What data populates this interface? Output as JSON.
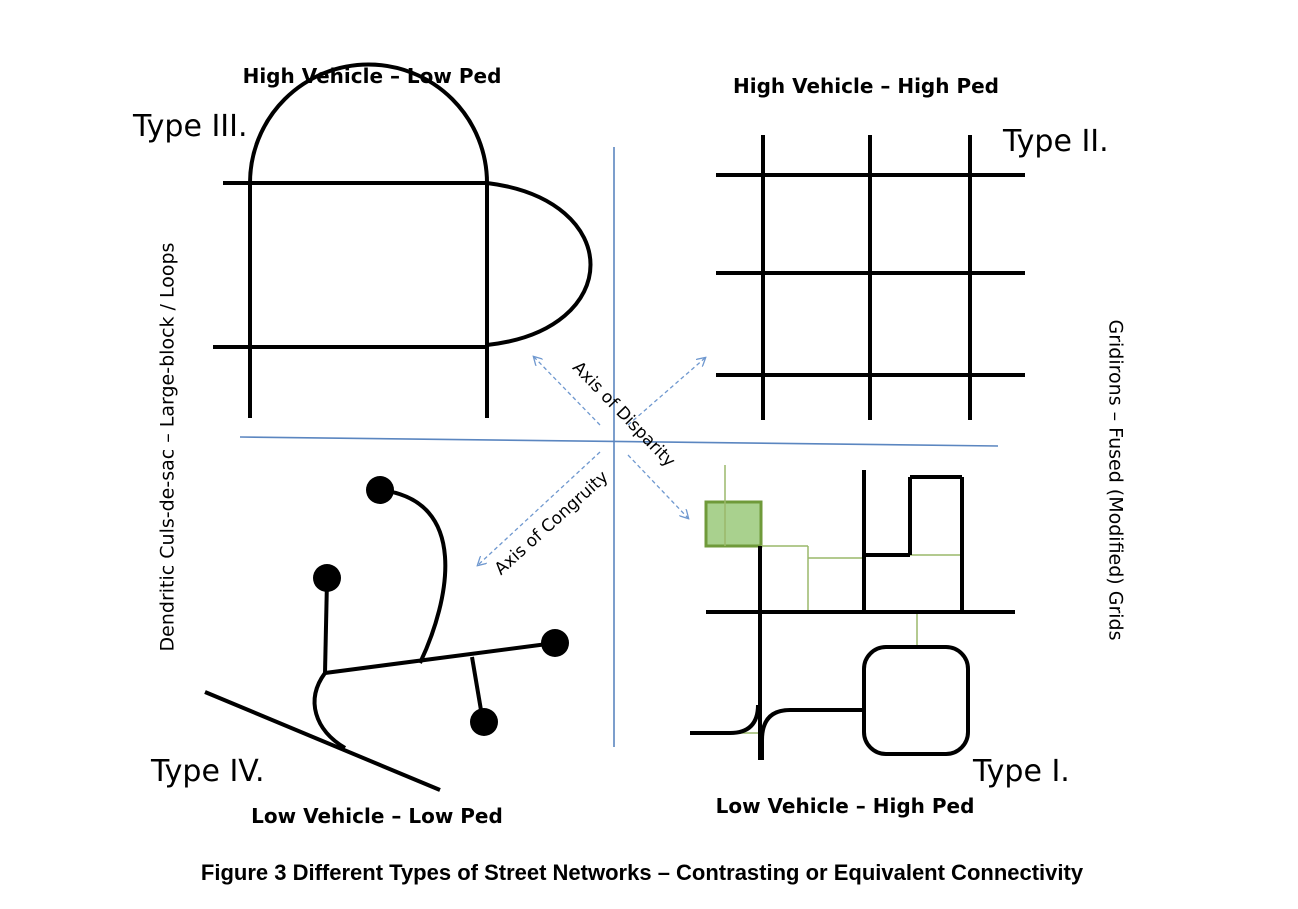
{
  "quadrants": {
    "top_left": {
      "flow": "High Vehicle – Low Ped",
      "type": "Type III."
    },
    "top_right": {
      "flow": "High Vehicle – High Ped",
      "type": "Type II."
    },
    "bottom_left": {
      "flow": "Low Vehicle – Low Ped",
      "type": "Type IV."
    },
    "bottom_right": {
      "flow": "Low Vehicle – High Ped",
      "type": "Type I."
    }
  },
  "sides": {
    "left": "Dendritic Culs-de-sac   –   Large-block / Loops",
    "right": "Gridirons   –   Fused (Modified) Grids"
  },
  "axes": {
    "disparity": "Axis of Disparity",
    "congruity": "Axis of Congruity"
  },
  "caption": "Figure 3  Different Types of Street Networks – Contrasting or Equivalent Connectivity",
  "colors": {
    "axis": "#5b86c0",
    "axis_dashed": "#6f98cf",
    "ped_path": "#9ab86a",
    "ped_square_fill": "#a9d18e",
    "ped_square_stroke": "#6f9a3a",
    "streets": "#000000"
  }
}
